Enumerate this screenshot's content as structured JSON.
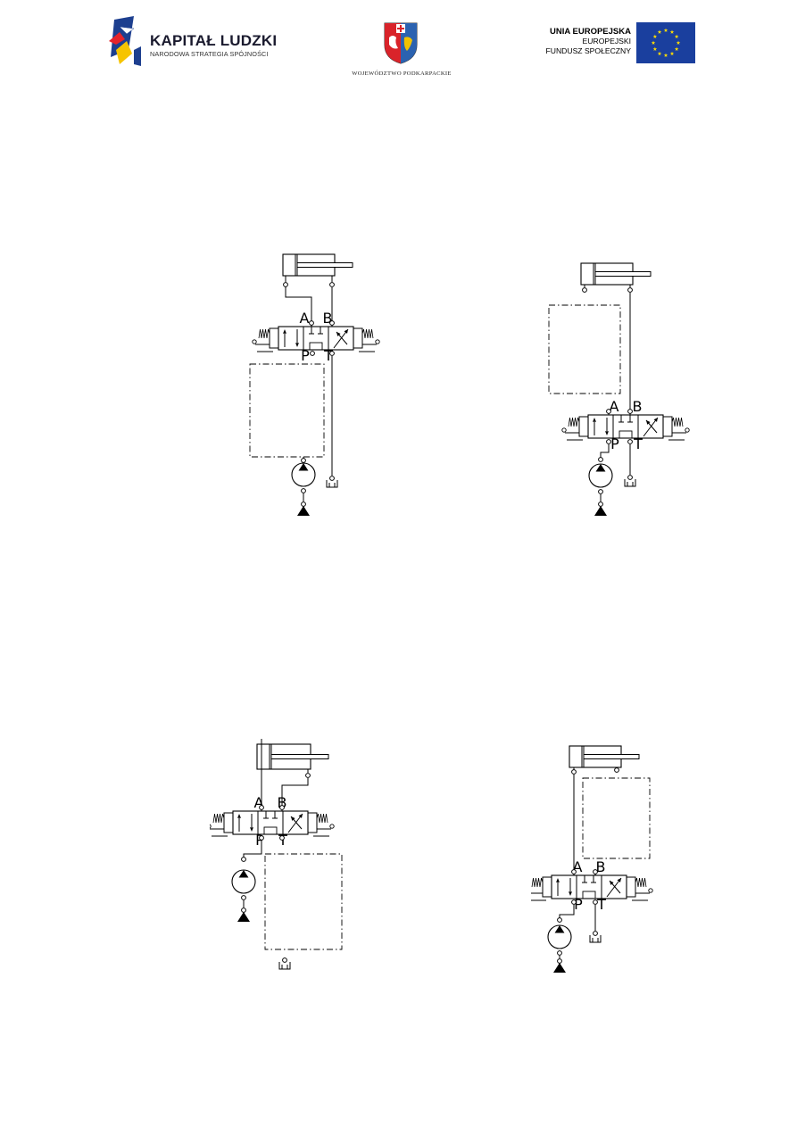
{
  "header": {
    "logo_left": {
      "title": "KAPITAŁ LUDZKI",
      "subtitle": "NARODOWA STRATEGIA SPÓJNOŚCI",
      "icon": "kapital-ludzki-logo"
    },
    "logo_center": {
      "caption": "WOJEWÓDZTWO PODKARPACKIE",
      "icon": "coat-of-arms"
    },
    "logo_right": {
      "line1": "UNIA EUROPEJSKA",
      "line2": "EUROPEJSKI",
      "line3": "FUNDUSZ SPOŁECZNY",
      "icon": "eu-flag",
      "flag_color": "#1a3f9e",
      "star_color": "#ffdd00"
    }
  },
  "diagrams": [
    {
      "id": "top-left",
      "port_a": "A",
      "port_b": "B",
      "port_p": "P",
      "port_t": "T"
    },
    {
      "id": "top-right",
      "port_a": "A",
      "port_b": "B",
      "port_p": "P",
      "port_t": "T"
    },
    {
      "id": "bottom-left",
      "port_a": "A",
      "port_b": "B",
      "port_p": "P",
      "port_t": "T"
    },
    {
      "id": "bottom-right",
      "port_a": "A",
      "port_b": "B",
      "port_p": "P",
      "port_t": "T"
    }
  ]
}
